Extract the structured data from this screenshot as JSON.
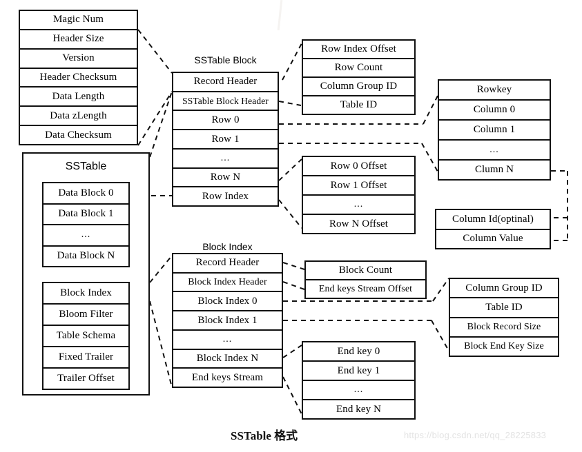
{
  "caption": "SSTable 格式",
  "watermark": "https://blog.csdn.net/qq_28225833",
  "blocks": {
    "record_header_fields": {
      "name": "Record Header Fields",
      "rows": [
        "Magic Num",
        "Header Size",
        "Version",
        "Header Checksum",
        "Data Length",
        "Data zLength",
        "Data Checksum"
      ]
    },
    "sstable": {
      "title": "SSTable",
      "data_blocks": [
        "Data Block 0",
        "Data Block 1",
        "...",
        "Data Block N"
      ],
      "trailer_parts": [
        "Block Index",
        "Bloom Filter",
        "Table Schema",
        "Fixed Trailer",
        "Trailer Offset"
      ]
    },
    "sstable_block": {
      "title": "SSTable Block",
      "rows": [
        "Record Header",
        "SSTable Block Header",
        "Row 0",
        "Row 1",
        "...",
        "Row N",
        "Row Index"
      ]
    },
    "sstable_block_header": {
      "name": "SSTable Block Header Fields",
      "rows": [
        "Row Index Offset",
        "Row Count",
        "Column Group ID",
        "Table ID"
      ]
    },
    "row_layout": {
      "name": "Row Layout",
      "rows": [
        "Rowkey",
        "Column 0",
        "Column 1",
        "...",
        "Clumn N"
      ]
    },
    "row_index": {
      "name": "Row Index Entries",
      "rows": [
        "Row 0 Offset",
        "Row 1 Offset",
        "...",
        "Row N Offset"
      ]
    },
    "column_layout": {
      "name": "Column Layout",
      "rows": [
        "Column Id(optinal)",
        "Column Value"
      ]
    },
    "block_index": {
      "title": "Block Index",
      "rows": [
        "Record Header",
        "Block Index Header",
        "Block Index 0",
        "Block Index 1",
        "...",
        "Block Index N",
        "End keys Stream"
      ]
    },
    "block_index_header": {
      "name": "Block Index Header Fields",
      "rows": [
        "Block Count",
        "End keys Stream Offset"
      ]
    },
    "block_index_entry": {
      "name": "Block Index Entry Fields",
      "rows": [
        "Column Group ID",
        "Table ID",
        "Block Record Size",
        "Block End Key Size"
      ]
    },
    "end_keys": {
      "name": "End Keys Stream Entries",
      "rows": [
        "End key 0",
        "End key 1",
        "...",
        "End key N"
      ]
    }
  },
  "colors": {
    "stroke": "#111111",
    "background": "#ffffff",
    "watermark": "#e3e3e3"
  }
}
